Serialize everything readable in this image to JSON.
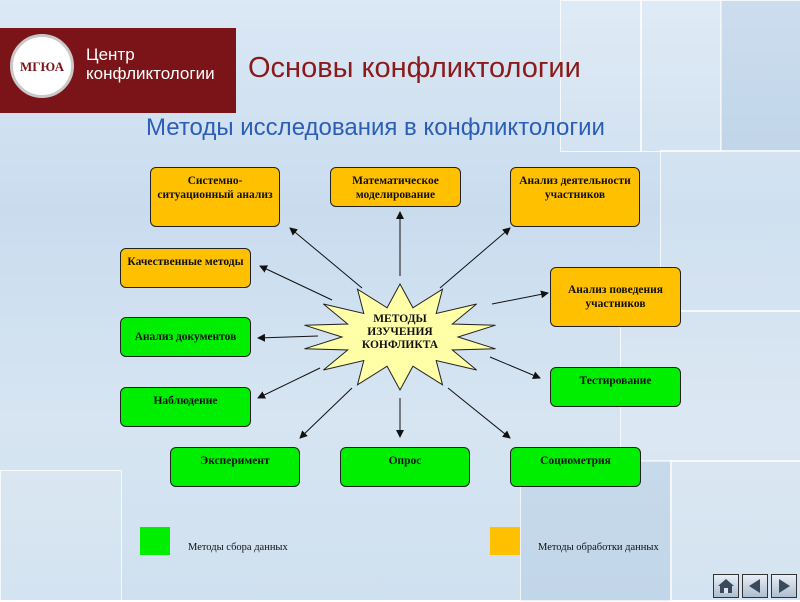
{
  "header": {
    "logo_text": "МГЮА",
    "center_line1": "Центр",
    "center_line2": "конфликтологии",
    "title": "Основы конфликтологии",
    "subtitle": "Методы исследования в конфликтологии"
  },
  "diagram": {
    "center_label": "МЕТОДЫ ИЗУЧЕНИЯ КОНФЛИКТА",
    "nodes": [
      {
        "id": "systemic",
        "label": "Системно-ситуационный анализ",
        "kind": "processing"
      },
      {
        "id": "modeling",
        "label": "Математическое моделирование",
        "kind": "processing"
      },
      {
        "id": "activity",
        "label": "Анализ деятельности участников",
        "kind": "processing"
      },
      {
        "id": "qualitative",
        "label": "Качественные методы",
        "kind": "processing"
      },
      {
        "id": "behavior",
        "label": "Анализ поведения участников",
        "kind": "processing"
      },
      {
        "id": "documents",
        "label": "Анализ документов",
        "kind": "collection"
      },
      {
        "id": "testing",
        "label": "Тестирование",
        "kind": "collection"
      },
      {
        "id": "observation",
        "label": "Наблюдение",
        "kind": "collection"
      },
      {
        "id": "experiment",
        "label": "Эксперимент",
        "kind": "collection"
      },
      {
        "id": "survey",
        "label": "Опрос",
        "kind": "collection"
      },
      {
        "id": "sociometry",
        "label": "Социометрия",
        "kind": "collection"
      }
    ],
    "edges": [
      {
        "from": "center",
        "to": "systemic"
      },
      {
        "from": "center",
        "to": "modeling"
      },
      {
        "from": "center",
        "to": "activity"
      },
      {
        "from": "center",
        "to": "qualitative"
      },
      {
        "from": "center",
        "to": "behavior"
      },
      {
        "from": "center",
        "to": "documents"
      },
      {
        "from": "center",
        "to": "testing"
      },
      {
        "from": "center",
        "to": "observation"
      },
      {
        "from": "center",
        "to": "experiment"
      },
      {
        "from": "center",
        "to": "survey"
      },
      {
        "from": "center",
        "to": "sociometry"
      }
    ]
  },
  "legend": {
    "collection_label": "Методы сбора данных",
    "processing_label": "Методы обработки данных"
  },
  "colors": {
    "collection": "#00ee00",
    "processing": "#ffc000",
    "burst": "#ffffa8",
    "header_band": "#7a1418",
    "title": "#8b1a1a",
    "subtitle": "#2b5fb5"
  },
  "nav": {
    "icons": [
      "home-icon",
      "arrow-left-icon",
      "arrow-right-icon"
    ]
  }
}
